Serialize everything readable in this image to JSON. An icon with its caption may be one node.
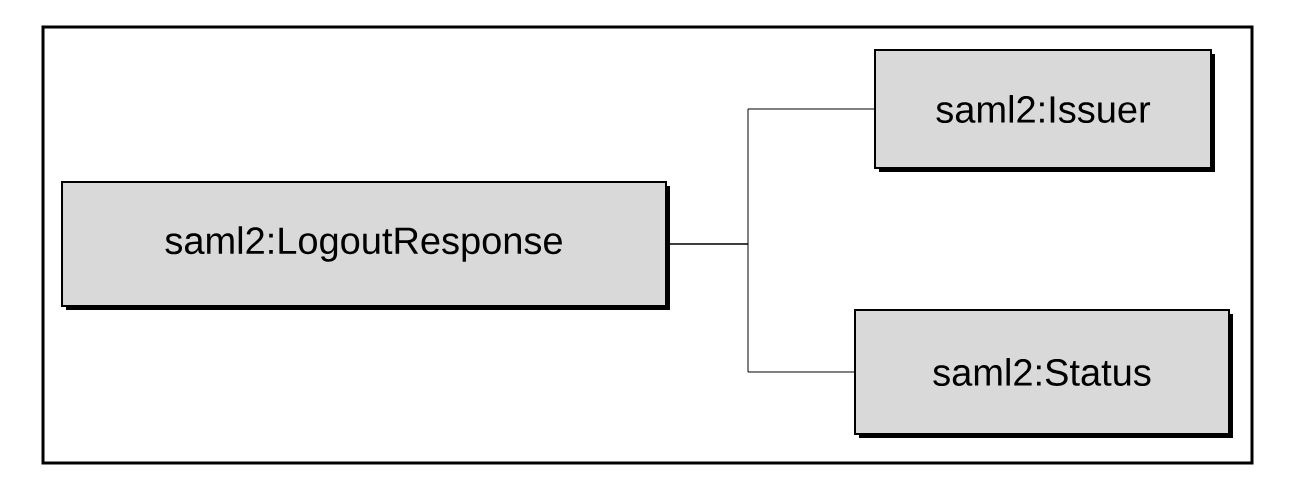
{
  "diagram": {
    "nodes": [
      {
        "text": [
          "saml2:LogoutResponse"
        ]
      },
      {
        "text": [
          "saml2:Issuer"
        ]
      },
      {
        "text": [
          "saml2:Status"
        ]
      }
    ],
    "edges": [
      {
        "from": 0,
        "to": 1,
        "arrow": "none"
      },
      {
        "from": 0,
        "to": 2,
        "arrow": "none"
      }
    ]
  }
}
